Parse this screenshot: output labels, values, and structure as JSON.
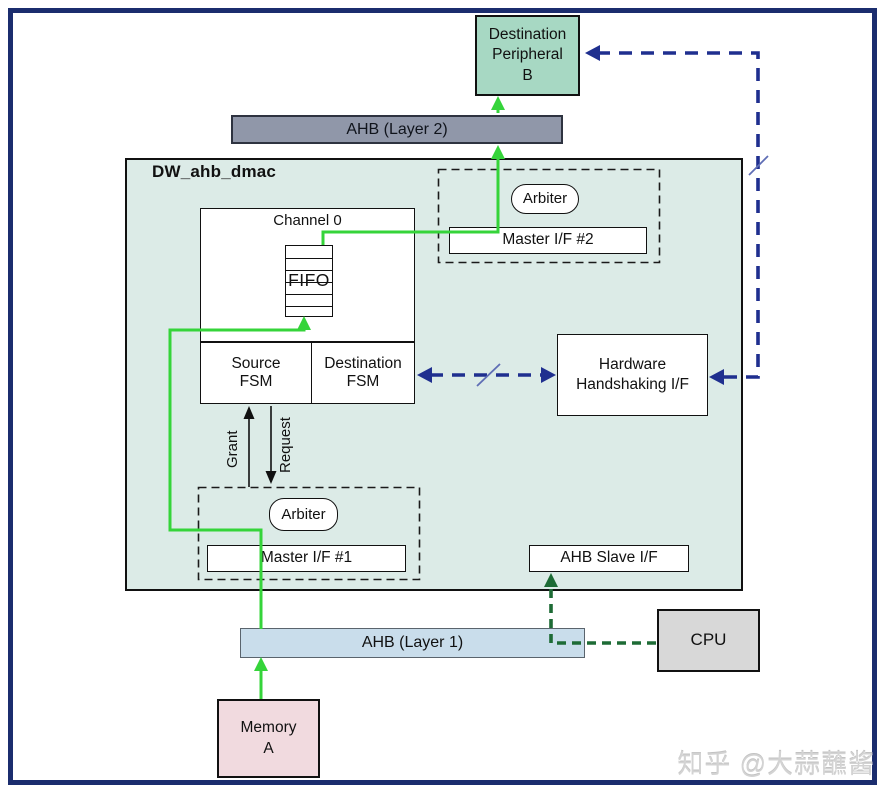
{
  "colors": {
    "border_navy": "#1b2d6e",
    "arrow_navy": "#1f2f8f",
    "arrow_green": "#35d43a",
    "arrow_dark_green": "#1d6b35",
    "dmac_fill": "#dcebe7",
    "peripheral_fill": "#a7d8c3",
    "ahb2_fill": "#9097a9",
    "ahb1_fill": "#c9ddeb",
    "cpu_fill": "#d8d8d8",
    "memory_fill": "#f1dadf"
  },
  "labels": {
    "dest_peripheral": "Destination\nPeripheral\nB",
    "ahb_layer2": "AHB (Layer 2)",
    "dmac_title": "DW_ahb_dmac",
    "channel0": "Channel 0",
    "fifo": "FIFO",
    "source_fsm": "Source\nFSM",
    "dest_fsm": "Destination\nFSM",
    "arbiter_top": "Arbiter",
    "master_if2": "Master I/F #2",
    "hw_handshake": "Hardware\nHandshaking I/F",
    "grant": "Grant",
    "request": "Request",
    "arbiter_bottom": "Arbiter",
    "master_if1": "Master I/F #1",
    "ahb_slave": "AHB Slave I/F",
    "ahb_layer1": "AHB (Layer 1)",
    "cpu": "CPU",
    "memory_a": "Memory\nA",
    "watermark": "知乎 @大蒜蘸酱"
  }
}
